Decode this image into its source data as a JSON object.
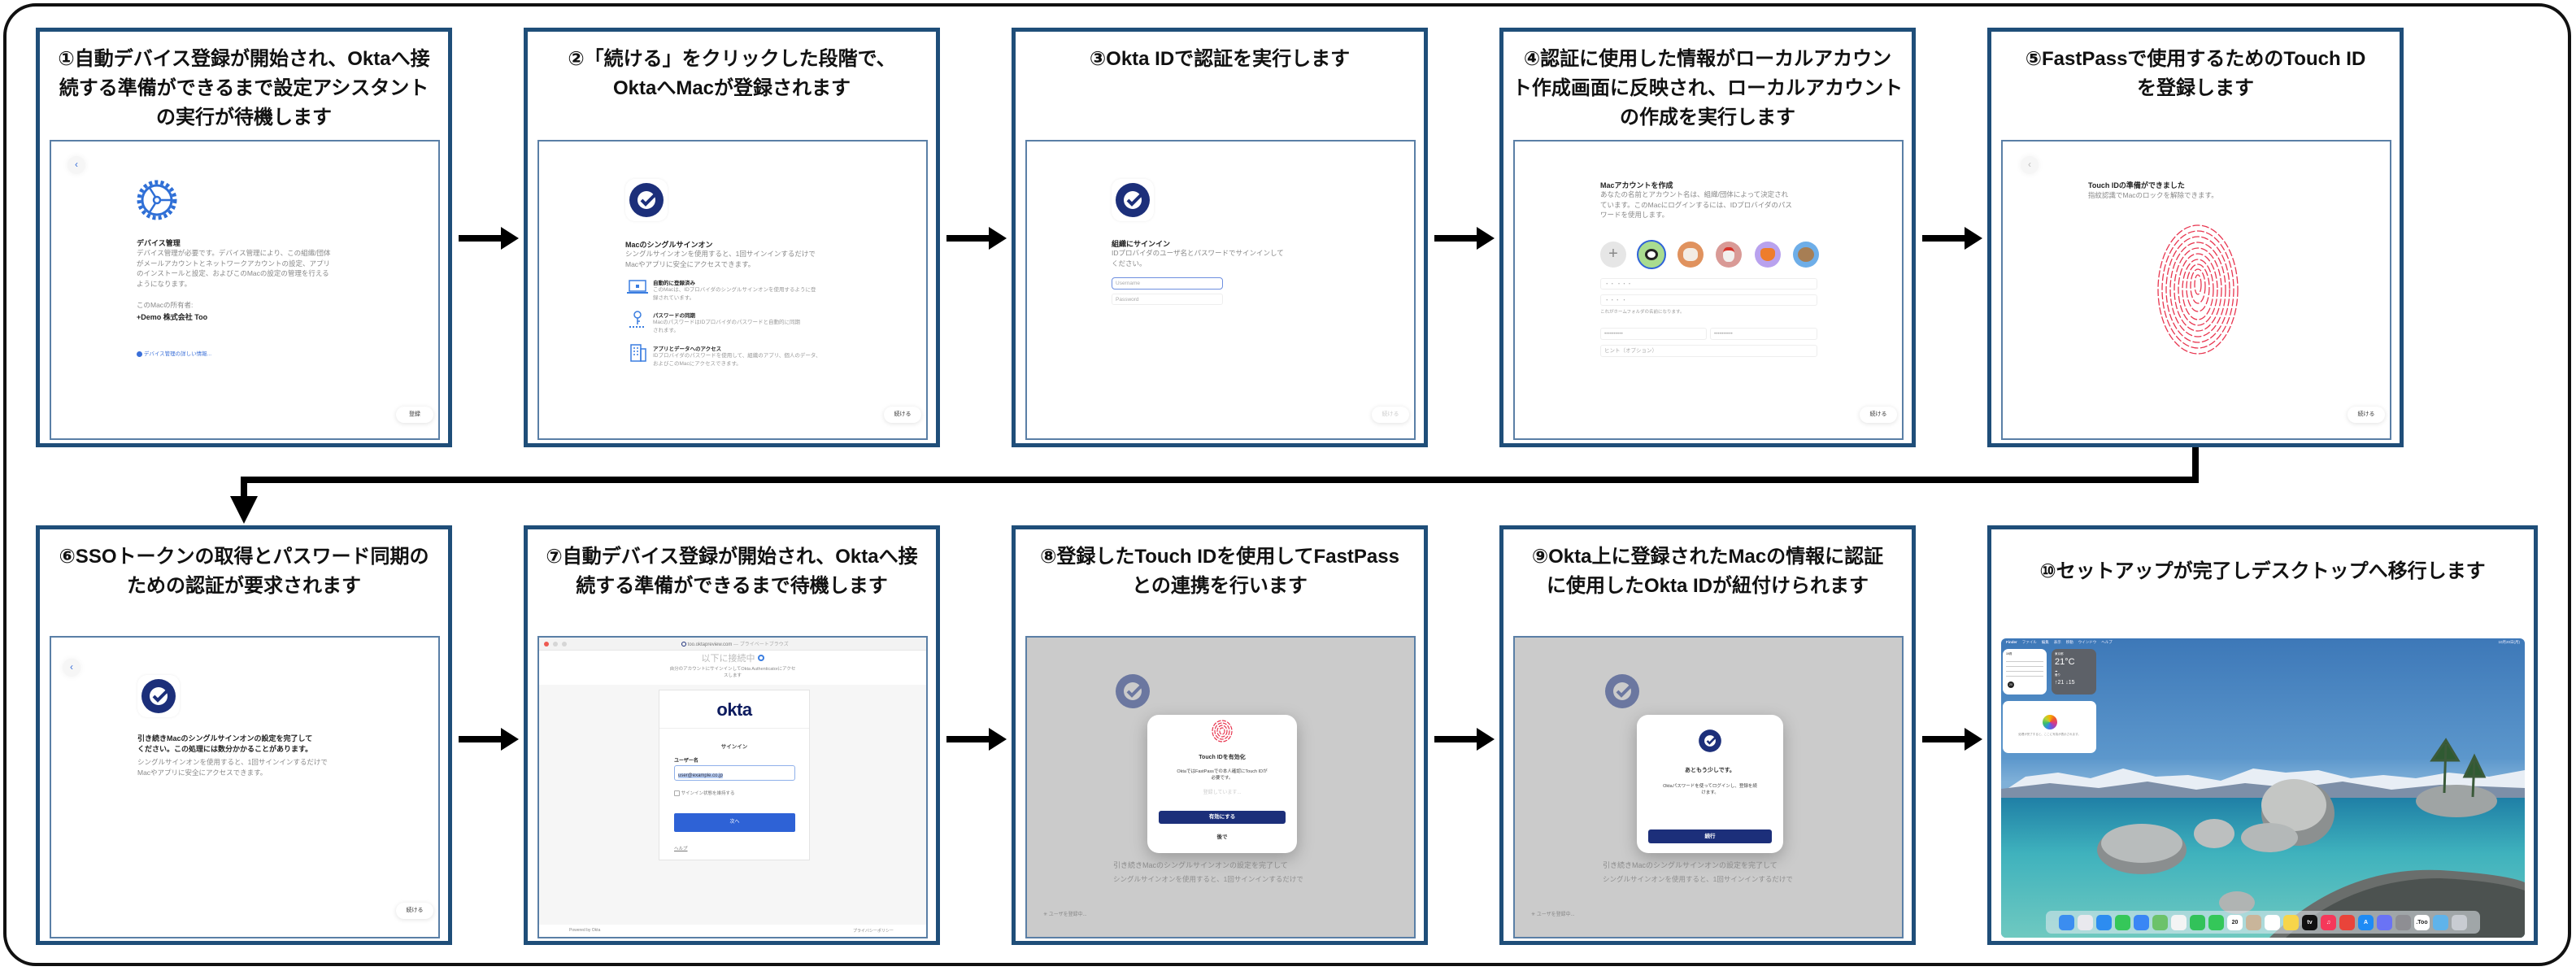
{
  "steps": [
    {
      "title_lines": [
        "①自動デバイス登録が開始され、Oktaへ接",
        "続する準備ができるまで設定アシスタント",
        "の実行が待機します"
      ]
    },
    {
      "title_lines": [
        "②「続ける」をクリックした段階で、",
        "OktaへMacが登録されます"
      ]
    },
    {
      "title_lines": [
        "③Okta IDで認証を実行します"
      ]
    },
    {
      "title_lines": [
        "④認証に使用した情報がローカルアカウン",
        "ト作成画面に反映され、ローカルアカウント",
        "の作成を実行します"
      ]
    },
    {
      "title_lines": [
        "⑤FastPassで使用するためのTouch ID",
        "を登録します"
      ]
    },
    {
      "title_lines": [
        "⑥SSOトークンの取得とパスワード同期の",
        "ための認証が要求されます"
      ]
    },
    {
      "title_lines": [
        "⑦自動デバイス登録が開始され、Oktaへ接",
        "続する準備ができるまで待機します"
      ]
    },
    {
      "title_lines": [
        "⑧登録したTouch IDを使用してFastPass",
        "との連携を行います"
      ]
    },
    {
      "title_lines": [
        "⑨Okta上に登録されたMacの情報に認証",
        "に使用したOkta IDが紐付けられます"
      ]
    },
    {
      "title_lines": [
        "⑩セットアップが完了しデスクトップへ移行します"
      ]
    }
  ],
  "s1": {
    "back": "‹",
    "heading": "デバイス管理",
    "body": [
      "デバイス管理が必要です。デバイス管理により、この組織/団体",
      "がメールアカウントとネットワークアカウントの設定、アプリ",
      "のインストールと設定、およびこのMacの設定の管理を行える",
      "ようになります。"
    ],
    "owner_label": "このMacの所有者:",
    "owner": "+Demo 株式会社 Too",
    "link": "デバイス管理の詳しい情報...",
    "button": "登録"
  },
  "s2": {
    "heading": "Macのシングルサインオン",
    "body": [
      "シングルサインオンを使用すると、1回サインインするだけで",
      "Macやアプリに安全にアクセスできます。"
    ],
    "items": [
      {
        "title": "自動的に登録済み",
        "desc": [
          "このMacは、IDプロバイダのシングルサインオンを使用するように登",
          "録されています。"
        ]
      },
      {
        "title": "パスワードの同期",
        "desc": [
          "MacのパスワードはIDプロバイダのパスワードと自動的に同期",
          "されます。"
        ]
      },
      {
        "title": "アプリとデータへのアクセス",
        "desc": [
          "IDプロバイダのパスワードを使用して、組織のアプリ、個人のデータ、",
          "およびこのMacにアクセスできます。"
        ]
      }
    ],
    "button": "続ける"
  },
  "s3": {
    "heading": "組織にサインイン",
    "body": [
      "IDプロバイダのユーザ名とパスワードでサインインして",
      "ください。"
    ],
    "username_placeholder": "Username",
    "password_placeholder": "Password",
    "button": "続ける"
  },
  "s4": {
    "heading": "Macアカウントを作成",
    "body": [
      "あなたの名前とアカウント名は、組織/団体によって決定され",
      "ています。このMacにログインするには、IDプロバイダのパス",
      "ワードを使用します。"
    ],
    "add_avatar": "+",
    "fullname": "・・ ・・・",
    "account": "・・・ ・",
    "account_hint": "これがホームフォルダの名前になります。",
    "password": "••••••••••",
    "verify": "••••••••••",
    "hint_placeholder": "ヒント（オプション）",
    "button": "続ける"
  },
  "s5": {
    "back": "‹",
    "heading": "Touch IDの準備ができました",
    "body": "指紋認識でMacのロックを解除できます。",
    "button": "続ける",
    "accent": "#e8354f"
  },
  "s6": {
    "back": "‹",
    "heading": [
      "引き続きMacのシングルサインオンの設定を完了して",
      "ください。この処理には数分かかることがあります。"
    ],
    "body": [
      "シングルサインオンを使用すると、1回サインインするだけで",
      "Macやアプリに安全にアクセスできます。"
    ],
    "button": "続ける"
  },
  "s7": {
    "url": "too.oktapreview.com",
    "url_suffix": "— プライベートブラウズ",
    "connecting": "以下に接続中",
    "desc": [
      "自分のアカウントにサインインしてOkta Authenticatorにアクセ",
      "スします"
    ],
    "logo": "okta",
    "signin": "サインイン",
    "username_label": "ユーザー名",
    "username_value": "user@example.co.jp",
    "remember": "サインイン状態を維持する",
    "next": "次へ",
    "help": "ヘルプ",
    "powered": "Powered by Okta",
    "privacy": "プライバシーポリシー"
  },
  "s8": {
    "dialog_title": "Touch IDを有効化",
    "dialog_desc": [
      "OktaではFastPassでの本人確認にTouch IDが",
      "必要です。"
    ],
    "registering": "登録しています...",
    "enable": "有効にする",
    "later": "後で",
    "status": "ユーザを登録中..."
  },
  "s9": {
    "dialog_title": "あともう少しです。",
    "dialog_desc": [
      "Oktaパスワードを使ってログインし、登録を続",
      "けます。"
    ],
    "continue": "続行",
    "status": "ユーザを登録中..."
  },
  "s10": {
    "menu": [
      "Finder",
      "ファイル",
      "編集",
      "表示",
      "移動",
      "ウインドウ",
      "ヘルプ"
    ],
    "clock": "10月20日(月)",
    "calendar_month": "10月",
    "calendar_today": "20",
    "weather_city": "東京都",
    "weather_temp": "21°C",
    "weather_cond": "曇り",
    "weather_hilo": "↑21 ↓15",
    "photos_caption": "処理が完了すると、ここに写真が表示されます。",
    "dock": [
      {
        "name": "finder",
        "color": "#3b8df0",
        "label": ""
      },
      {
        "name": "launchpad",
        "color": "#e9e9ee",
        "label": ""
      },
      {
        "name": "safari",
        "color": "#2d8cf0",
        "label": ""
      },
      {
        "name": "messages",
        "color": "#35c759",
        "label": ""
      },
      {
        "name": "mail",
        "color": "#3a86f5",
        "label": ""
      },
      {
        "name": "maps",
        "color": "#6cc26a",
        "label": ""
      },
      {
        "name": "photos",
        "color": "#f4f4f4",
        "label": ""
      },
      {
        "name": "facetime",
        "color": "#32c25a",
        "label": ""
      },
      {
        "name": "phone",
        "color": "#34c759",
        "label": ""
      },
      {
        "name": "calendar",
        "color": "#ffffff",
        "label": "20"
      },
      {
        "name": "contacts",
        "color": "#c9b59a",
        "label": ""
      },
      {
        "name": "reminders",
        "color": "#ffffff",
        "label": ""
      },
      {
        "name": "notes",
        "color": "#f7d54a",
        "label": ""
      },
      {
        "name": "tv",
        "color": "#111111",
        "label": "tv"
      },
      {
        "name": "music",
        "color": "#f5385a",
        "label": "♫"
      },
      {
        "name": "launch",
        "color": "#e9443a",
        "label": ""
      },
      {
        "name": "app-store",
        "color": "#1e8bf5",
        "label": "A"
      },
      {
        "name": "iphone-mirroring",
        "color": "#6a73f5",
        "label": ""
      },
      {
        "name": "system-settings",
        "color": "#8e8e93",
        "label": ""
      },
      {
        "name": "too-app",
        "color": "#ffffff",
        "label": ".Too"
      },
      {
        "name": "downloads",
        "color": "#5fb3ea",
        "label": ""
      },
      {
        "name": "trash",
        "color": "#c8ccd2",
        "label": ""
      }
    ]
  },
  "colors": {
    "panel_border": "#1f4e79",
    "okta_navy": "#1c2f7a",
    "okta_blue": "#2f62d8"
  }
}
